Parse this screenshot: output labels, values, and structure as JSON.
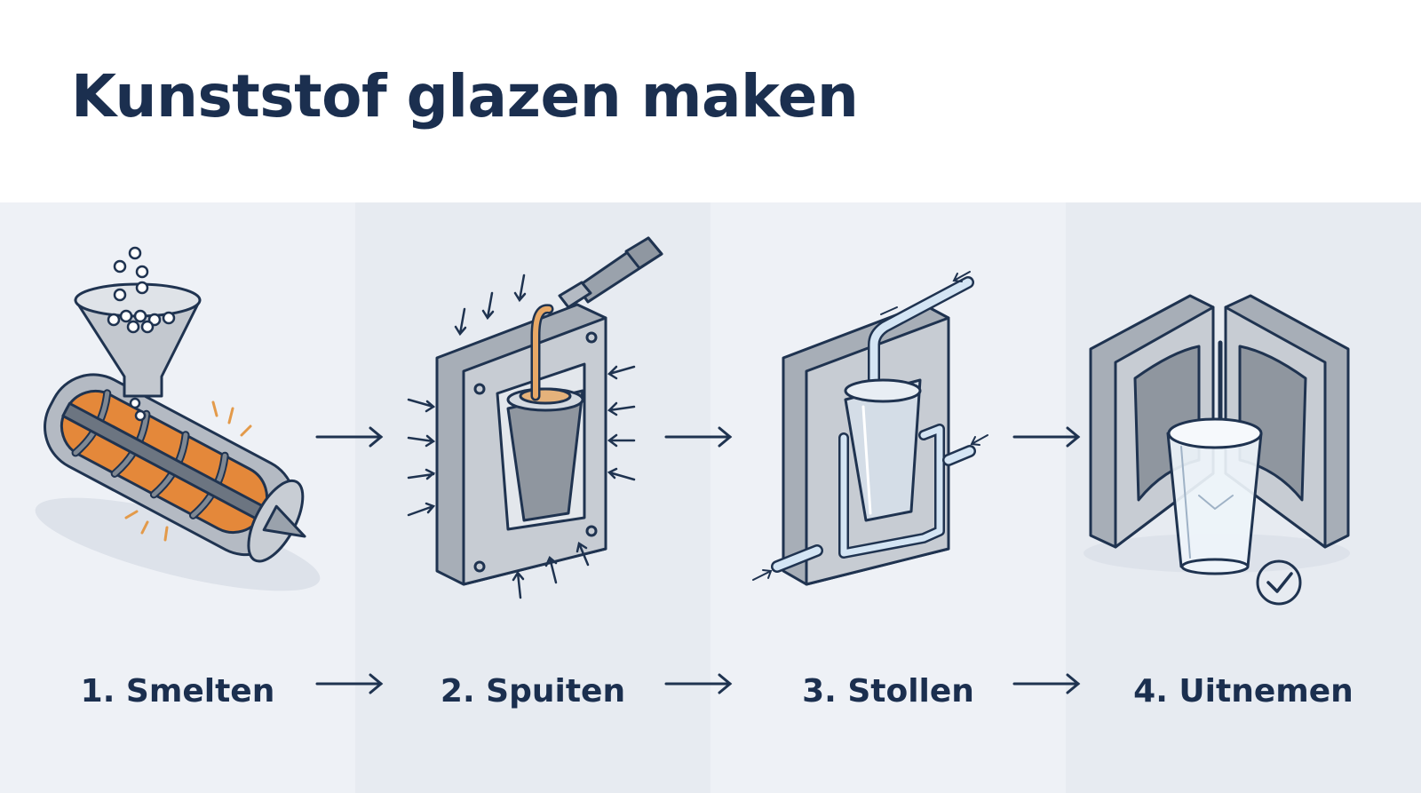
{
  "title": "Kunststof glazen maken",
  "steps": [
    {
      "label": "1. Smelten",
      "icon": "hopper-extruder-icon"
    },
    {
      "label": "2. Spuiten",
      "icon": "injection-mold-icon"
    },
    {
      "label": "3. Stollen",
      "icon": "cooling-mold-icon"
    },
    {
      "label": "4. Uitnemen",
      "icon": "open-mold-cup-icon"
    }
  ],
  "colors": {
    "title": "#1b2f4f",
    "outline": "#1f3350",
    "metal": "#a3aab4",
    "melt": "#e2873a",
    "glass": "#e6f0f8",
    "coolant": "#cfe2f2"
  }
}
